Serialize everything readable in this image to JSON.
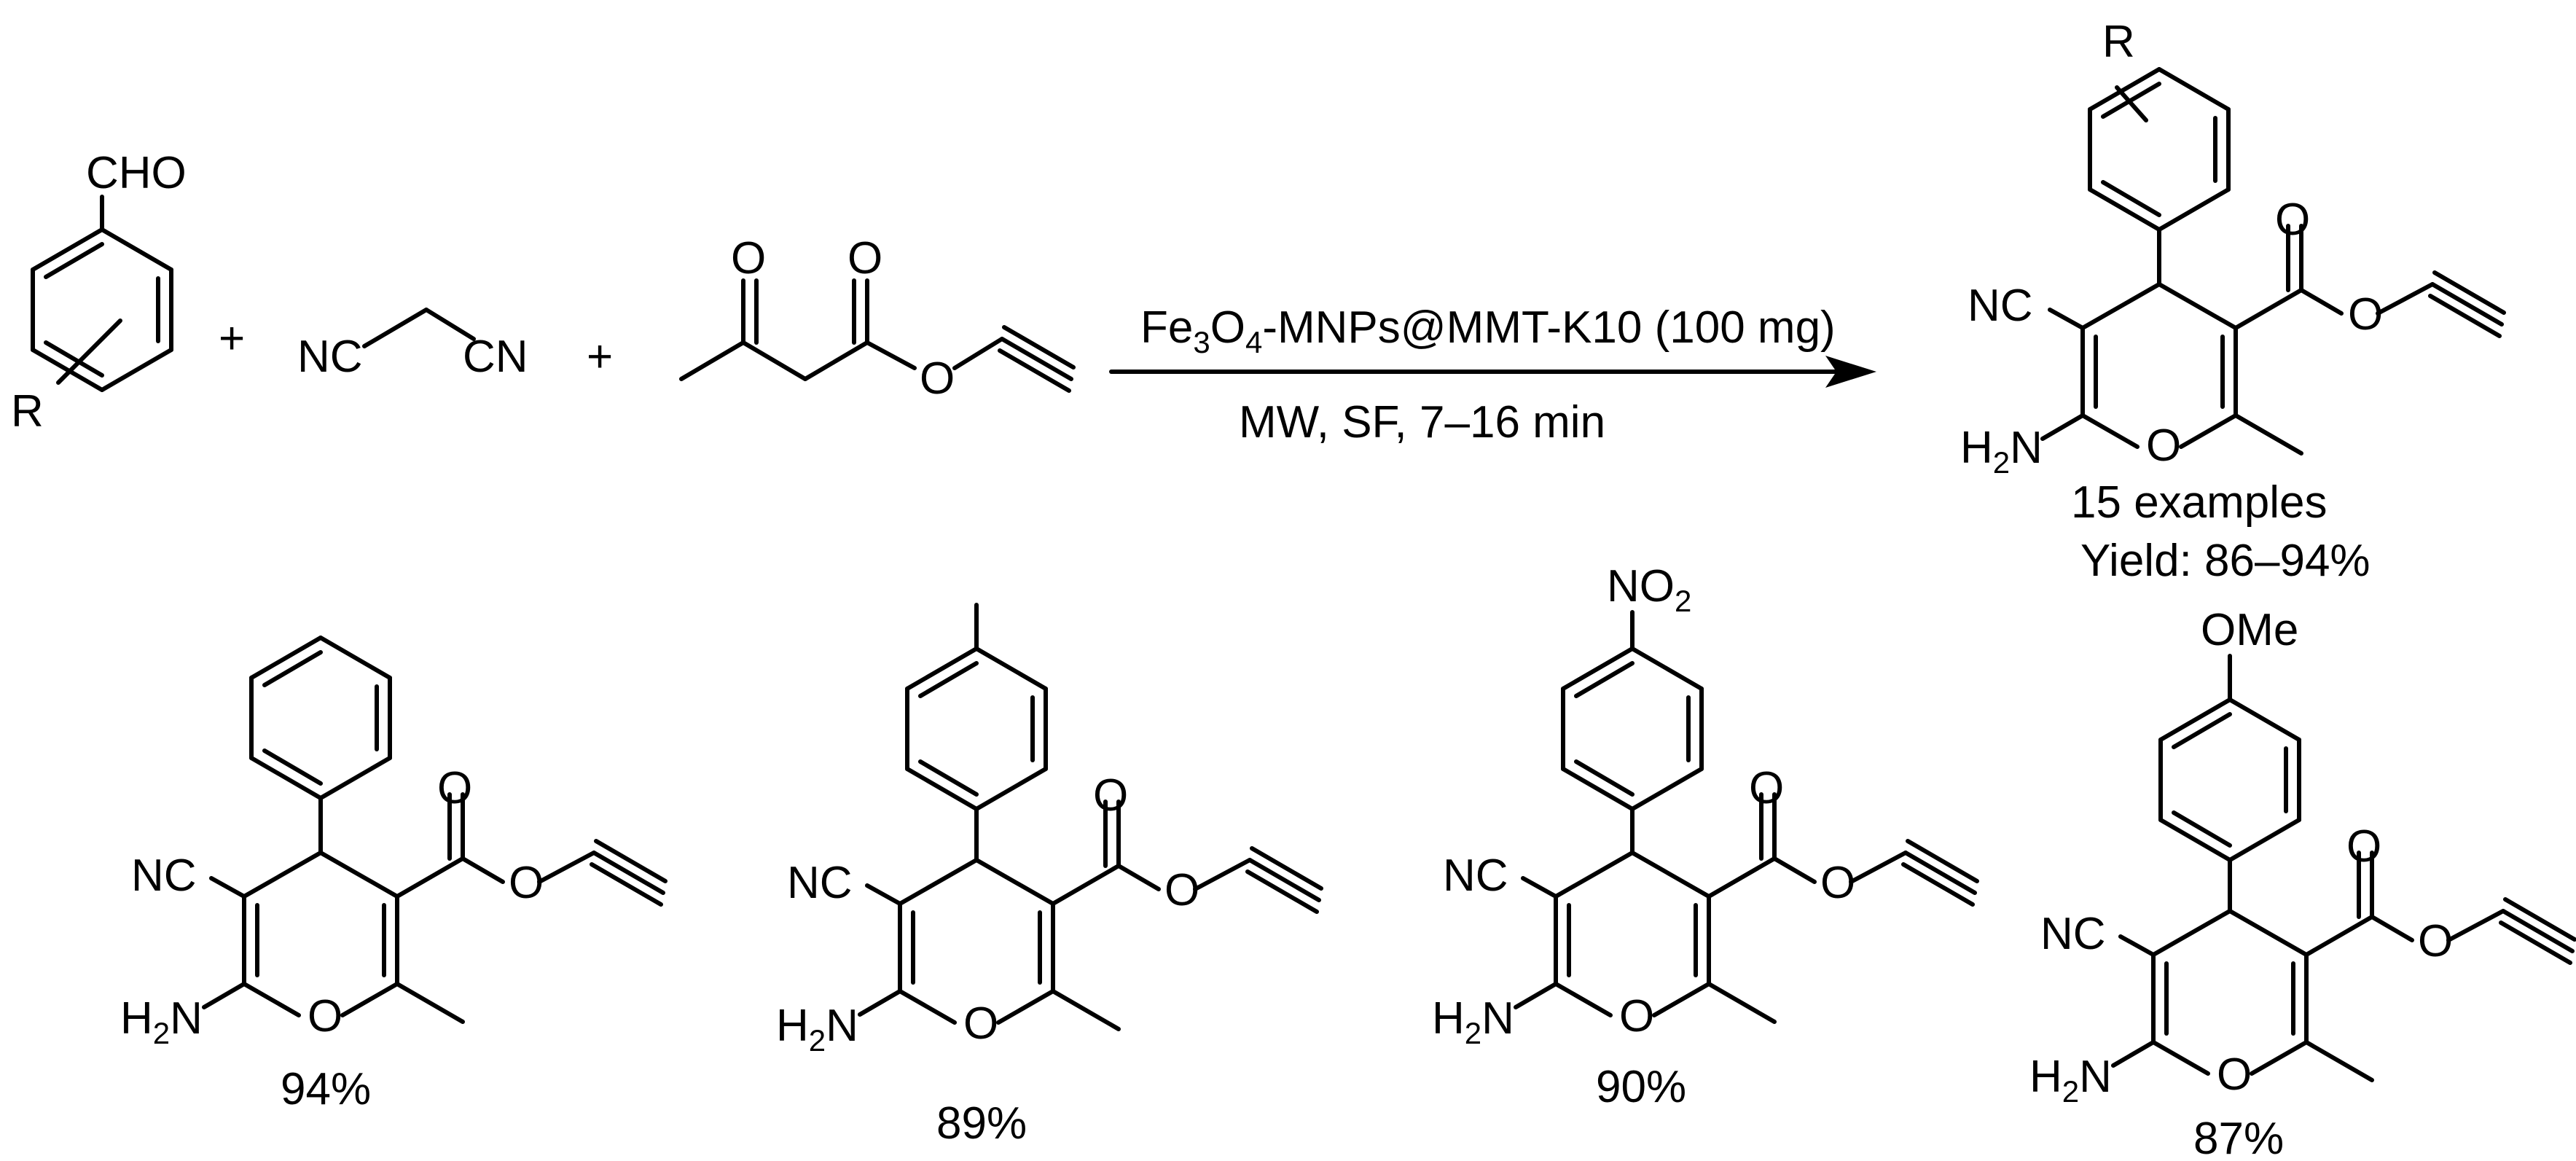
{
  "reaction": {
    "reactant_aldehyde": {
      "group": "CHO",
      "substituent": "R"
    },
    "reactant_malononitrile": {
      "left": "NC",
      "right": "CN"
    },
    "reactant_ester": {
      "carbonyl_o_1": "O",
      "carbonyl_o_2": "O",
      "ester_o": "O"
    },
    "plus_sign": "+",
    "conditions": {
      "catalyst_fe": "Fe",
      "catalyst_sub3": "3",
      "catalyst_o": "O",
      "catalyst_sub4": "4",
      "catalyst_rest": "-MNPs@MMT-K10 (100 mg)",
      "line2": "MW, SF, 7–16 min"
    },
    "product": {
      "substituent": "R",
      "nitrile": "NC",
      "amine": "H",
      "amine_sub": "2",
      "amine_n": "N",
      "ring_o": "O",
      "carbonyl_o": "O",
      "ester_o": "O",
      "examples": "15 examples",
      "yield": "Yield: 86–94%"
    }
  },
  "examples": [
    {
      "para_group": "",
      "yield": "94%"
    },
    {
      "para_group": "",
      "yield": "89%"
    },
    {
      "para_group": "NO",
      "para_group_sub": "2",
      "yield": "90%"
    },
    {
      "para_group": "OMe",
      "yield": "87%"
    }
  ],
  "common_labels": {
    "nitrile": "NC",
    "amine_h": "H",
    "amine_sub": "2",
    "amine_n": "N",
    "ring_o": "O",
    "carbonyl_o": "O",
    "ester_o": "O"
  }
}
